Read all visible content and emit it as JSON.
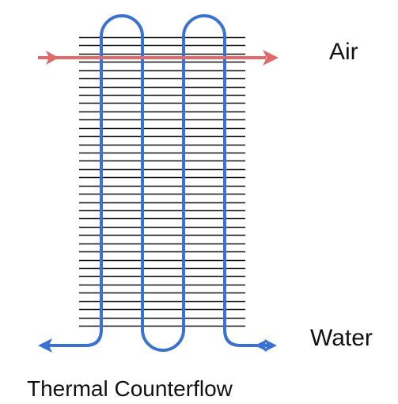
{
  "labels": {
    "air": "Air",
    "water": "Water",
    "caption": "Thermal Counterflow"
  },
  "diagram": {
    "fin_count": 36,
    "colors": {
      "fins": "#111111",
      "water_pipe": "#3a72d4",
      "air_arrow": "#e06a6a"
    },
    "icons": {
      "air_arrow": "right-arrow",
      "water_in_arrow": "left-arrow",
      "water_out_arrow": "left-arrow"
    }
  }
}
